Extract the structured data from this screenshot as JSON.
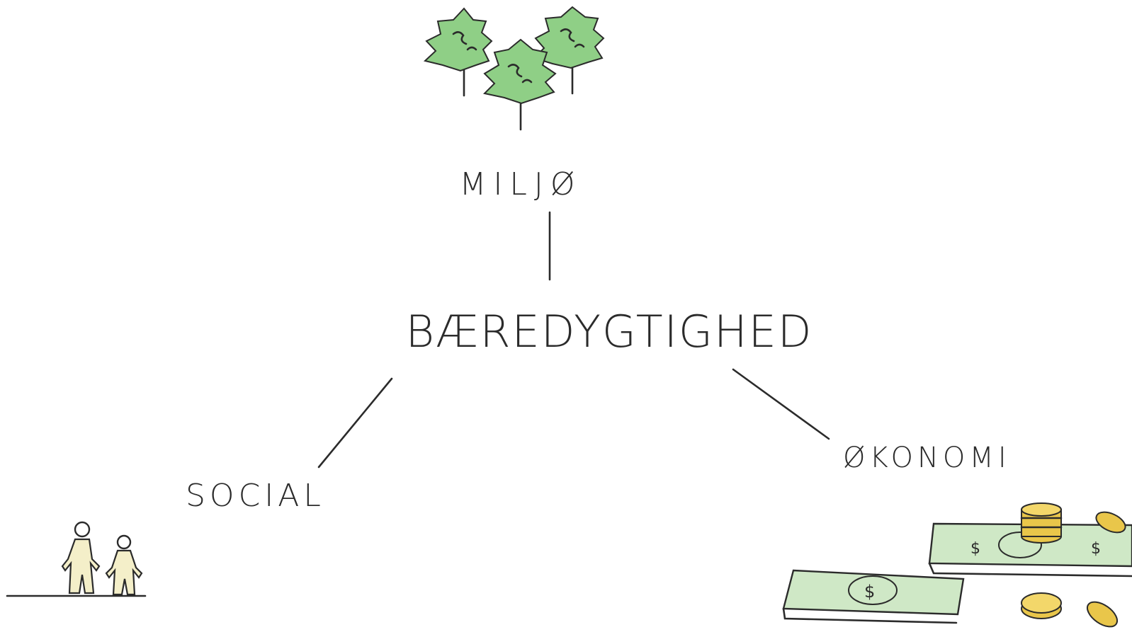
{
  "diagram": {
    "center": "BÆREDYGTIGHED",
    "top": "MILJØ",
    "left": "SOCIAL",
    "right": "ØKONOMI"
  },
  "icons": {
    "top": "trees-icon",
    "left": "people-icon",
    "right": "money-icon"
  },
  "colors": {
    "ink": "#2b2b2b",
    "tree_green": "#8fcf86",
    "tree_dark": "#5c9e57",
    "money_green": "#cfe8c6",
    "coin_gold": "#e9c64a",
    "people_fill": "#f4efc9"
  }
}
